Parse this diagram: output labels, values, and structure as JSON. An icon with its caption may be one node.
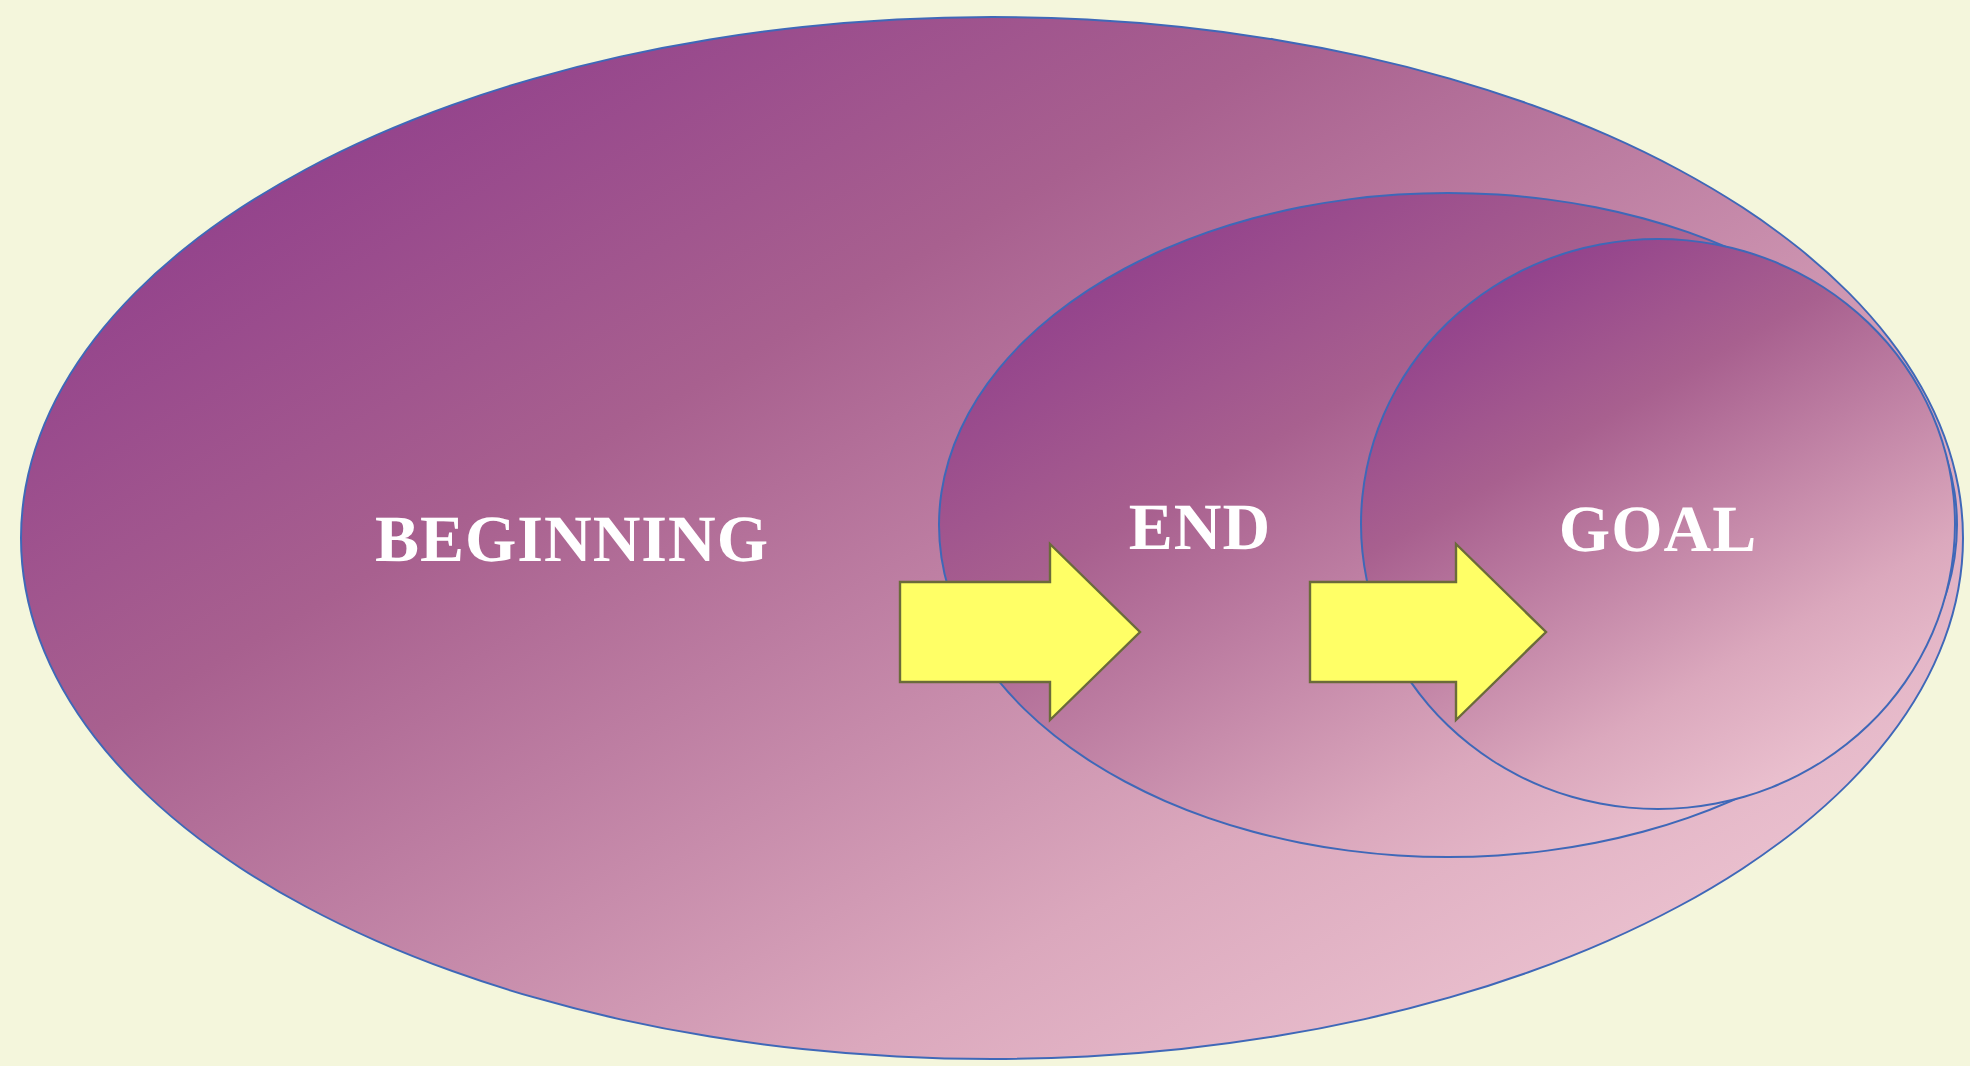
{
  "diagram": {
    "nodes": [
      {
        "text": [
          "BEGINNING"
        ]
      },
      {
        "text": [
          "END"
        ],
        "in": 0
      },
      {
        "text": [
          "GOAL"
        ],
        "in": 1
      }
    ],
    "edges": [
      {
        "from": 0,
        "to": 1,
        "arrow": "to",
        "style": "thick",
        "color": "#ffff66"
      },
      {
        "from": 1,
        "to": 2,
        "arrow": "to",
        "style": "thick",
        "color": "#ffff66"
      }
    ]
  }
}
